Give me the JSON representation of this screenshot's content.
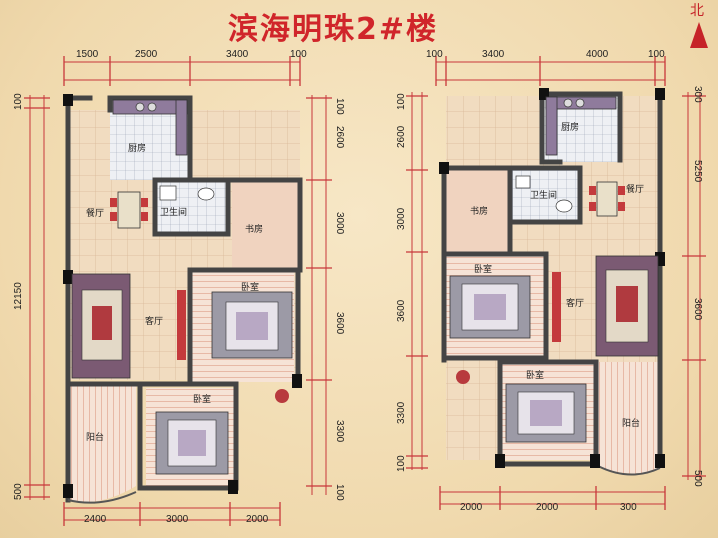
{
  "title": "滨海明珠2#楼",
  "north_label": "北",
  "left_unit": {
    "dims_top": [
      "1500",
      "2500",
      "3400",
      "100"
    ],
    "dims_bottom": [
      "2400",
      "3000",
      "2000"
    ],
    "dims_left": [
      "100",
      "12150",
      "500"
    ],
    "dims_right": [
      "100",
      "2600",
      "3000",
      "3600",
      "3300",
      "100"
    ],
    "rooms": {
      "kitchen": "厨房",
      "bath": "卫生间",
      "dining": "餐厅",
      "study": "书房",
      "living": "客厅",
      "bedroom1": "卧室",
      "bedroom2": "卧室",
      "balcony": "阳台"
    }
  },
  "right_unit": {
    "dims_top": [
      "100",
      "3400",
      "4000",
      "100"
    ],
    "dims_bottom": [
      "2000",
      "2000",
      "300"
    ],
    "dims_left": [
      "100",
      "2600",
      "3000",
      "3600",
      "3300",
      "100"
    ],
    "dims_right": [
      "300",
      "5250",
      "3600",
      "500"
    ],
    "rooms": {
      "kitchen": "厨房",
      "bath": "卫生间",
      "dining": "餐厅",
      "study": "书房",
      "bedroom1": "卧室",
      "bedroom2": "卧室",
      "living": "客厅",
      "balcony": "阳台"
    }
  }
}
